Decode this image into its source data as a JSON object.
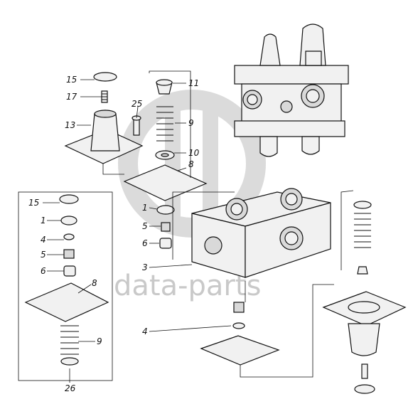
{
  "watermark": "data-parts",
  "callouts": {
    "c15a": "15",
    "c17": "17",
    "c13": "13",
    "c25": "25",
    "c11": "11",
    "c9a": "9",
    "c10": "10",
    "c8a": "8",
    "c15b": "15",
    "c1a": "1",
    "c4a": "4",
    "c5a": "5",
    "c6a": "6",
    "c8b": "8",
    "c9b": "9",
    "c26": "26",
    "c1b": "1",
    "c5b": "5",
    "c6b": "6",
    "c3": "3",
    "c4b": "4"
  },
  "colors": {
    "line": "#111111",
    "fill": "#f1f1f1",
    "shade": "#d9d9d9",
    "watermark": "#c9c9c9"
  }
}
